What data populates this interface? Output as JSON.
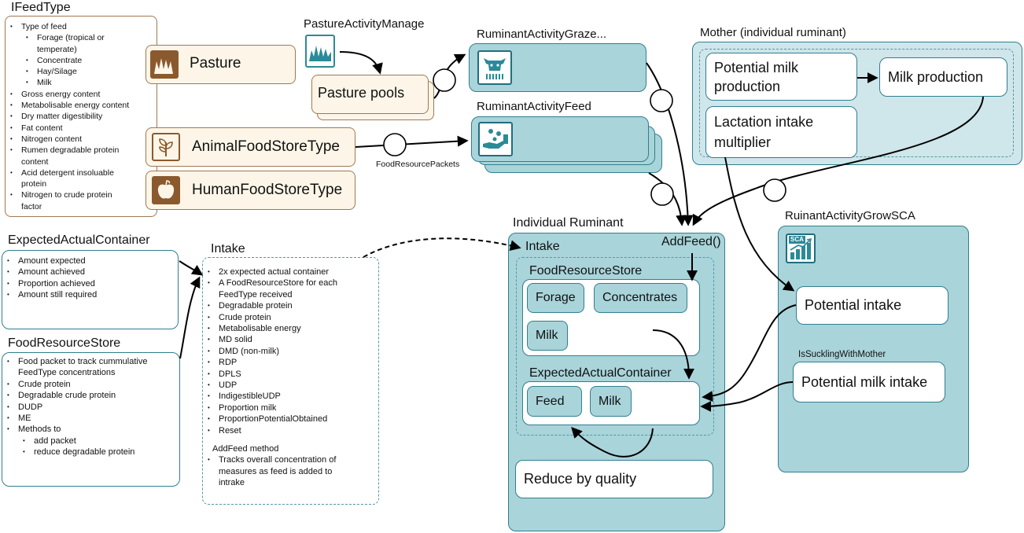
{
  "ifeedtype": {
    "title": "IFeedType",
    "items": [
      {
        "text": "Type of feed",
        "sub": false
      },
      {
        "text": "Forage (tropical or",
        "sub": true
      },
      {
        "text": "temperate)",
        "sub": true,
        "cont": true
      },
      {
        "text": "Concentrate",
        "sub": true
      },
      {
        "text": "Hay/Silage",
        "sub": true
      },
      {
        "text": "Milk",
        "sub": true
      },
      {
        "text": "Gross energy content",
        "sub": false
      },
      {
        "text": "Metabolisable energy content",
        "sub": false
      },
      {
        "text": "Dry matter digestibility",
        "sub": false
      },
      {
        "text": "Fat content",
        "sub": false
      },
      {
        "text": "Nitrogen content",
        "sub": false
      },
      {
        "text": "Rumen degradable protein",
        "sub": false
      },
      {
        "text": "content",
        "sub": false,
        "cont": true
      },
      {
        "text": "Acid detergent insoluable",
        "sub": false
      },
      {
        "text": "protein",
        "sub": false,
        "cont": true
      },
      {
        "text": "Nitrogen to crude protein",
        "sub": false
      },
      {
        "text": "factor",
        "sub": false,
        "cont": true
      }
    ]
  },
  "pasture": {
    "label": "Pasture",
    "icon": "grass-icon"
  },
  "animal_food_store": {
    "label": "AnimalFoodStoreType",
    "icon": "plant-icon"
  },
  "human_food_store": {
    "label": "HumanFoodStoreType",
    "icon": "apple-icon"
  },
  "pasture_activity": {
    "title": "PastureActivityManage",
    "icon": "grass-icon"
  },
  "pasture_pools": {
    "label": "Pasture pools"
  },
  "graze": {
    "title": "RuminantActivityGraze...",
    "icon": "cow-icon"
  },
  "feed": {
    "title": "RuminantActivityFeed",
    "icon": "feeding-icon"
  },
  "food_resource_packets": "FoodResourcePackets",
  "mother": {
    "title": "Mother (individual ruminant)",
    "potential_milk": "Potential milk production",
    "milk_production": "Milk production",
    "lactation": "Lactation intake multiplier"
  },
  "expected_actual": {
    "title": "ExpectedActualContainer",
    "items": [
      "Amount expected",
      "Amount achieved",
      "Proportion achieved",
      "Amount still required"
    ]
  },
  "food_resource_store": {
    "title": "FoodResourceStore",
    "items": [
      {
        "text": "Food packet to track cummulative",
        "sub": false
      },
      {
        "text": "FeedType concentrations",
        "sub": false,
        "cont": true
      },
      {
        "text": "Crude protein",
        "sub": false
      },
      {
        "text": "Degradable crude protein",
        "sub": false
      },
      {
        "text": "DUDP",
        "sub": false
      },
      {
        "text": "ME",
        "sub": false
      },
      {
        "text": "Methods to",
        "sub": false
      },
      {
        "text": "add packet",
        "sub": true
      },
      {
        "text": "reduce degradable protein",
        "sub": true
      }
    ]
  },
  "intake": {
    "title": "Intake",
    "items": [
      {
        "text": "2x expected actual container",
        "sub": false
      },
      {
        "text": "A FoodResourceStore for each",
        "sub": false
      },
      {
        "text": "FeedType received",
        "sub": false,
        "cont": true
      },
      {
        "text": "Degradable protein",
        "sub": false
      },
      {
        "text": "Crude protein",
        "sub": false
      },
      {
        "text": "Metabolisable energy",
        "sub": false
      },
      {
        "text": "MD solid",
        "sub": false
      },
      {
        "text": "DMD (non-milk)",
        "sub": false
      },
      {
        "text": "RDP",
        "sub": false
      },
      {
        "text": "DPLS",
        "sub": false
      },
      {
        "text": "UDP",
        "sub": false
      },
      {
        "text": "IndigestibleUDP",
        "sub": false
      },
      {
        "text": "Proportion milk",
        "sub": false
      },
      {
        "text": "ProportionPotentialObtained",
        "sub": false
      },
      {
        "text": "Reset",
        "sub": false
      }
    ],
    "method_title": "AddFeed method",
    "method_items": [
      {
        "text": "Tracks overall concentration of",
        "sub": false
      },
      {
        "text": "measures as feed is added to",
        "sub": false,
        "cont": true
      },
      {
        "text": "intrake",
        "sub": false,
        "cont": true
      }
    ]
  },
  "individual": {
    "title": "Individual Ruminant",
    "intake_label": "Intake",
    "addfeed": "AddFeed()",
    "frs_title": "FoodResourceStore",
    "forage": "Forage",
    "concentrates": "Concentrates",
    "milk": "Milk",
    "eac_title": "ExpectedActualContainer",
    "feed": "Feed",
    "eac_milk": "Milk",
    "reduce": "Reduce by quality"
  },
  "grow": {
    "title": "RuinantActivityGrowSCA",
    "icon_text": "SCA",
    "potential_intake": "Potential intake",
    "suckling": "IsSucklingWithMother",
    "potential_milk_intake": "Potential milk intake"
  },
  "colors": {
    "brown": "#a07850",
    "icon_brown": "#8a5a2e",
    "teal_border": "#2f7f8f",
    "teal_fill": "#a9d4da",
    "teal_pale": "#cfe6ea",
    "icon_teal": "#2a8a98"
  }
}
